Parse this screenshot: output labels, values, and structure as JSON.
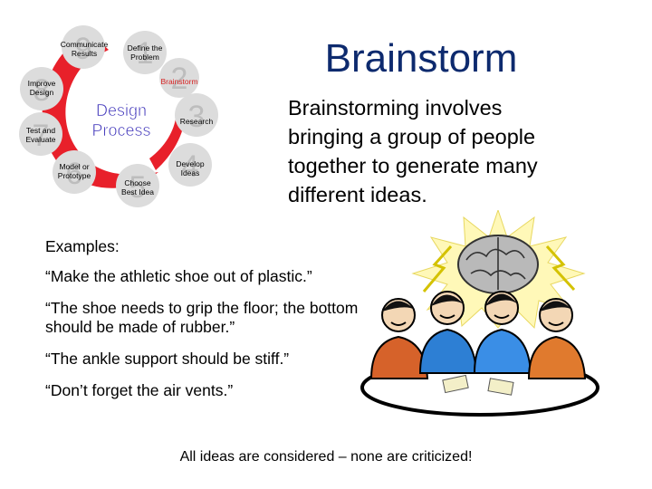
{
  "slide": {
    "title": "Brainstorm",
    "intro": "Brainstorming involves bringing a group of people together to generate many different ideas.",
    "examples_heading": "Examples:",
    "examples": [
      "“Make the athletic shoe out of plastic.”",
      "“The shoe needs to grip the floor; the bottom should be made of rubber.”",
      "“The ankle support should be stiff.”",
      "“Don’t forget the air vents.”"
    ],
    "footer": "All ideas are considered – none are criticized!"
  },
  "design_process": {
    "center_label_line1": "Design",
    "center_label_line2": "Process",
    "steps": [
      {
        "number": "1",
        "label_line1": "Define the",
        "label_line2": "Problem"
      },
      {
        "number": "2",
        "label_line1": "Brainstorm",
        "label_line2": ""
      },
      {
        "number": "3",
        "label_line1": "Research",
        "label_line2": ""
      },
      {
        "number": "4",
        "label_line1": "Develop",
        "label_line2": "Ideas"
      },
      {
        "number": "5",
        "label_line1": "Choose",
        "label_line2": "Best Idea"
      },
      {
        "number": "6",
        "label_line1": "Model or",
        "label_line2": "Prototype"
      },
      {
        "number": "7",
        "label_line1": "Test and",
        "label_line2": "Evaluate"
      },
      {
        "number": "8",
        "label_line1": "Improve",
        "label_line2": "Design"
      },
      {
        "number": "9",
        "label_line1": "Communicate",
        "label_line2": "Results"
      }
    ]
  },
  "colors": {
    "title": "#0d2a6e",
    "cycle_arrow": "#e8202a",
    "step_circle": "#d9d9d9",
    "highlight_label": "#d62020",
    "center_text": "#3a2fb8"
  },
  "icons": {
    "cycle_diagram": "design-process-cycle-icon",
    "illustration": "brainstorming-group-illustration"
  }
}
